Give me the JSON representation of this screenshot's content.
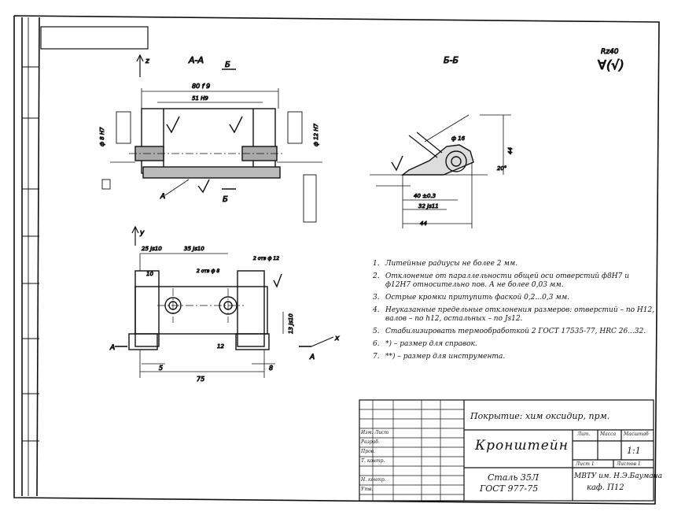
{
  "views": {
    "section_aa": "А-А",
    "section_bb": "Б-Б",
    "cut_label_b": "Б",
    "cut_label_a": "А",
    "axis_z": "z",
    "axis_y": "y",
    "axis_x": "x"
  },
  "roughness_general": "Rz40",
  "dimensions": {
    "d_80": "80 f 9",
    "d_51": "51 H9",
    "d_8h7": "ф 8 H7",
    "d_12h7": "ф 12 H7",
    "d_75": "75",
    "d_5": "5",
    "d_8": "8",
    "d_25": "25 Js10",
    "d_35": "35 Js10",
    "d_10": "10",
    "d_40": "40 ±0.3",
    "d_32": "32 Js11",
    "d_16": "ф 16",
    "d_44": "44",
    "d_20": "20°",
    "d_12": "12",
    "d_13": "13 Js10",
    "d_2holes": "2 отв ф 8",
    "d_2holes12": "2 отв ф 12"
  },
  "notes": [
    {
      "num": "1.",
      "text": "Литейные радиусы не более 2 мм."
    },
    {
      "num": "2.",
      "text": "Отклонение от параллельности общей оси отверстий ф8Н7 и ф12Н7 относительно пов. А не более 0,03 мм."
    },
    {
      "num": "3.",
      "text": "Острые кромки притупить фаской 0,2...0,3 мм."
    },
    {
      "num": "4.",
      "text": "Неуказанные предельные отклонения размеров: отверстий – по Н12, валов – по h12, остальных – по Js12."
    },
    {
      "num": "5.",
      "text": "Стабилизировать термообработкой 2 ГОСТ 17535-77, HRC 26...32."
    },
    {
      "num": "6.",
      "text": "*) – размер для справок."
    },
    {
      "num": "7.",
      "text": "**) – размер для инструмента."
    }
  ],
  "title_block": {
    "coating": "Покрытие: хим оксидир, прм.",
    "part_name": "Кронштейн",
    "material_line1": "Сталь 35Л",
    "material_line2": "ГОСТ 977-75",
    "org_line1": "МВТУ им. Н.Э.Баумана",
    "org_line2": "каф. П12",
    "scale": "1:1",
    "col_lit": "Лит.",
    "col_mass": "Масса",
    "col_scale": "Масштаб",
    "sheet": "Лист 1",
    "sheets": "Листов 1",
    "row_izm": "Изм. Лист",
    "row_razrab": "Разраб.",
    "row_prov": "Пров.",
    "row_tkontr": "Т. контр.",
    "row_nkontr": "Н. контр.",
    "row_utv": "Утв."
  }
}
